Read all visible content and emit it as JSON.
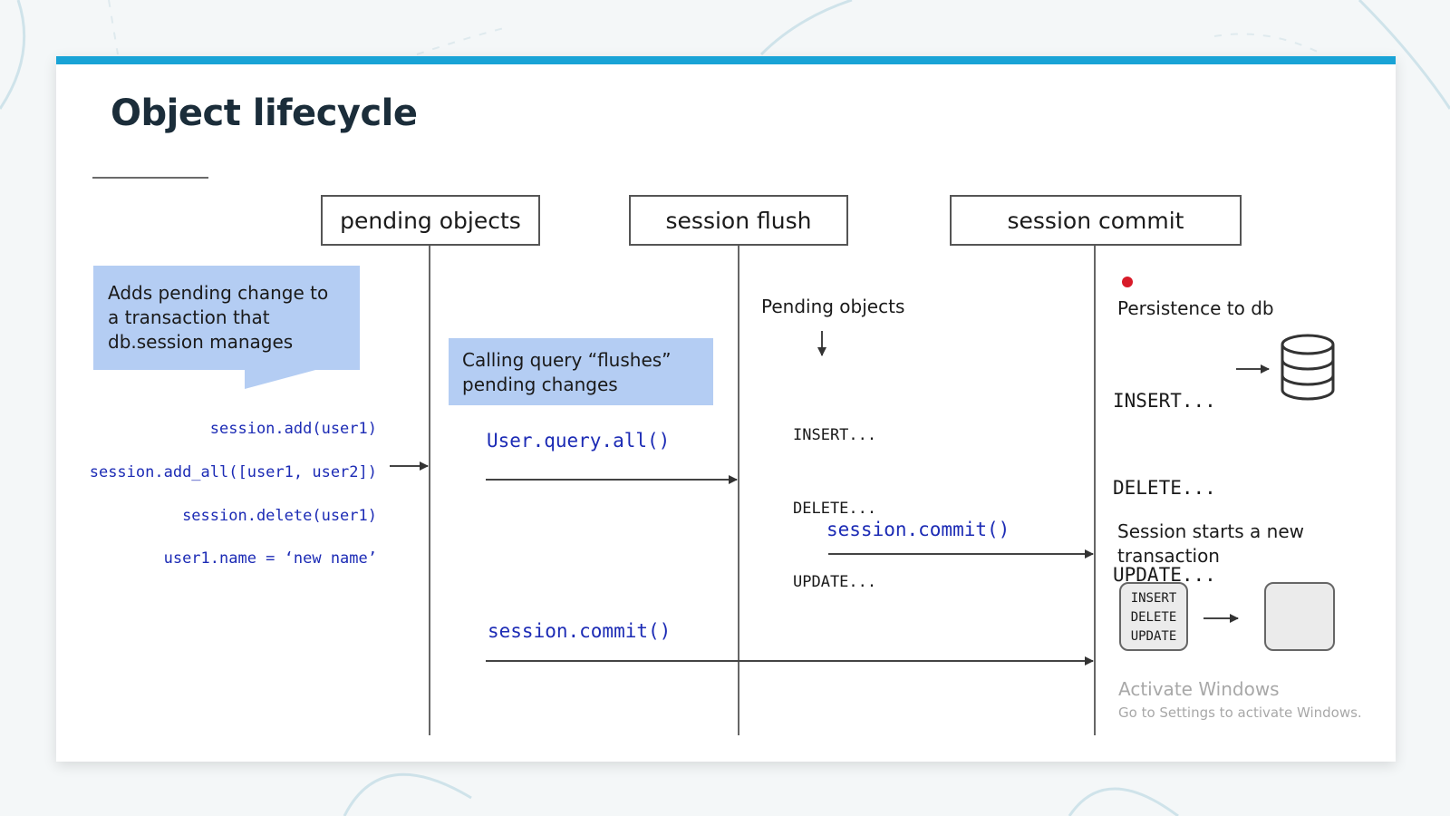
{
  "slide": {
    "title": "Object lifecycle",
    "accent_color": "#19a3d6"
  },
  "columns": [
    {
      "label": "pending objects"
    },
    {
      "label": "session flush"
    },
    {
      "label": "session commit"
    }
  ],
  "left_callout": {
    "lines": [
      "Adds pending change to",
      "a transaction that",
      "db.session manages"
    ],
    "color": "#b4cdf3"
  },
  "left_code": [
    "session.add(user1)",
    "session.add_all([user1, user2])",
    "session.delete(user1)",
    "user1.name = ‘new name’"
  ],
  "flush_callout": {
    "lines": [
      "Calling query “flushes”",
      "pending changes"
    ]
  },
  "flush_code": "User.query.all()",
  "commit_code_1": "session.commit()",
  "commit_code_2": "session.commit()",
  "flush_column": {
    "heading": "Pending objects",
    "statements": [
      "INSERT...",
      "DELETE...",
      "UPDATE..."
    ]
  },
  "commit_column": {
    "heading": "Persistence to db",
    "statements": [
      "INSERT...",
      "DELETE...",
      "UPDATE..."
    ],
    "new_transaction_lines": [
      "Session starts a new",
      "transaction"
    ],
    "mini_statements": [
      "INSERT",
      "DELETE",
      "UPDATE"
    ],
    "database_icon": "database-icon"
  },
  "watermark": {
    "line1": "Activate Windows",
    "line2": "Go to Settings to activate Windows."
  }
}
